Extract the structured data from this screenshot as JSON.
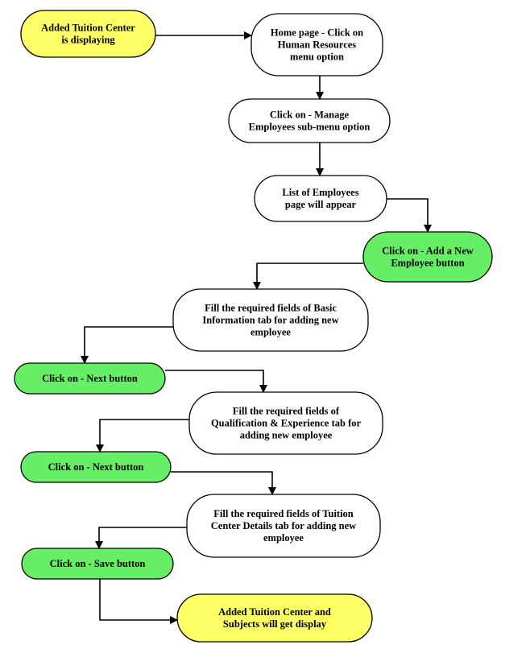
{
  "colors": {
    "start_end": "#ffff66",
    "action": "#66ee66",
    "step": "#ffffff",
    "stroke": "#000000",
    "arrow": "#000000"
  },
  "nodes": [
    {
      "id": "added-tuition-center",
      "kind": "start_end",
      "lines": [
        "Added Tuition Center",
        "is displaying"
      ]
    },
    {
      "id": "home-page-hr",
      "kind": "step",
      "lines": [
        "Home page - Click on",
        "Human Resources",
        "menu option"
      ]
    },
    {
      "id": "manage-employees",
      "kind": "step",
      "lines": [
        "Click on - Manage",
        "Employees sub-menu option"
      ]
    },
    {
      "id": "list-of-employees",
      "kind": "step",
      "lines": [
        "List of Employees",
        "page will appear"
      ]
    },
    {
      "id": "add-new-employee",
      "kind": "action",
      "lines": [
        "Click on - Add  a New",
        "Employee button"
      ]
    },
    {
      "id": "basic-information",
      "kind": "step",
      "lines": [
        "Fill the required fields of Basic",
        "Information tab for adding new",
        "employee"
      ]
    },
    {
      "id": "next-button-1",
      "kind": "action",
      "lines": [
        "Click on - Next button"
      ]
    },
    {
      "id": "qualification-experience",
      "kind": "step",
      "lines": [
        "Fill the required fields of",
        "Qualification & Experience tab for",
        "adding new employee"
      ]
    },
    {
      "id": "next-button-2",
      "kind": "action",
      "lines": [
        "Click on - Next button"
      ]
    },
    {
      "id": "tuition-center-details",
      "kind": "step",
      "lines": [
        "Fill the required fields of Tuition",
        "Center Details tab for adding new",
        "employee"
      ]
    },
    {
      "id": "save-button",
      "kind": "action",
      "lines": [
        "Click on - Save button"
      ]
    },
    {
      "id": "subjects-display",
      "kind": "start_end",
      "lines": [
        "Added Tuition Center and",
        "Subjects will get display"
      ]
    }
  ],
  "edges": [
    {
      "from": "added-tuition-center",
      "to": "home-page-hr"
    },
    {
      "from": "home-page-hr",
      "to": "manage-employees"
    },
    {
      "from": "manage-employees",
      "to": "list-of-employees"
    },
    {
      "from": "list-of-employees",
      "to": "add-new-employee"
    },
    {
      "from": "add-new-employee",
      "to": "basic-information"
    },
    {
      "from": "basic-information",
      "to": "next-button-1"
    },
    {
      "from": "next-button-1",
      "to": "qualification-experience"
    },
    {
      "from": "qualification-experience",
      "to": "next-button-2"
    },
    {
      "from": "next-button-2",
      "to": "tuition-center-details"
    },
    {
      "from": "tuition-center-details",
      "to": "save-button"
    },
    {
      "from": "save-button",
      "to": "subjects-display"
    }
  ]
}
